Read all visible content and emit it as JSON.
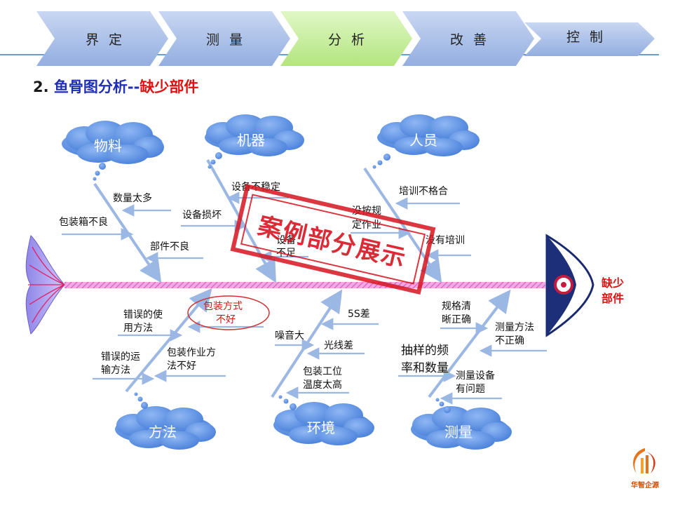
{
  "header": {
    "steps": [
      {
        "label": "界定"
      },
      {
        "label": "测量"
      },
      {
        "label": "分析",
        "current": true
      },
      {
        "label": "改善"
      },
      {
        "label": "控制"
      }
    ]
  },
  "title": {
    "num": "2.",
    "main": "鱼骨图分析--",
    "highlight": "缺少部件"
  },
  "effect": {
    "line1": "缺少",
    "line2": "部件"
  },
  "categories": {
    "material": "物料",
    "machine": "机器",
    "people": "人员",
    "method": "方法",
    "environment": "环境",
    "measurement": "测量"
  },
  "causes": {
    "material": [
      "数量太多",
      "包装箱不良",
      "部件不良"
    ],
    "machine": [
      "设备不稳定",
      "设备损坏",
      "设备",
      "不足"
    ],
    "people": [
      "培训不格合",
      "没按规",
      "定作业",
      "没有培训"
    ],
    "method": [
      "错误的使",
      "用方法",
      "包装方式",
      "不好",
      "错误的运",
      "输方法",
      "包装作业方",
      "法不好"
    ],
    "environment": [
      "5S差",
      "噪音大",
      "光线差",
      "包装工位",
      "温度太高"
    ],
    "measurement": [
      "规格清",
      "晰正确",
      "测量方法",
      "不正确",
      "抽样的频",
      "率和数量",
      "测量设备",
      "有问题"
    ]
  },
  "stamp": "案例部分展示",
  "logo": "华智企源",
  "colors": {
    "bone": "#9bb7e3",
    "spine": "#f28ad6",
    "stamp": "#d61420",
    "cloud": "#5b8fe0",
    "chevron": "#a9bfe8",
    "chevron_current": "#c6ef9d"
  }
}
